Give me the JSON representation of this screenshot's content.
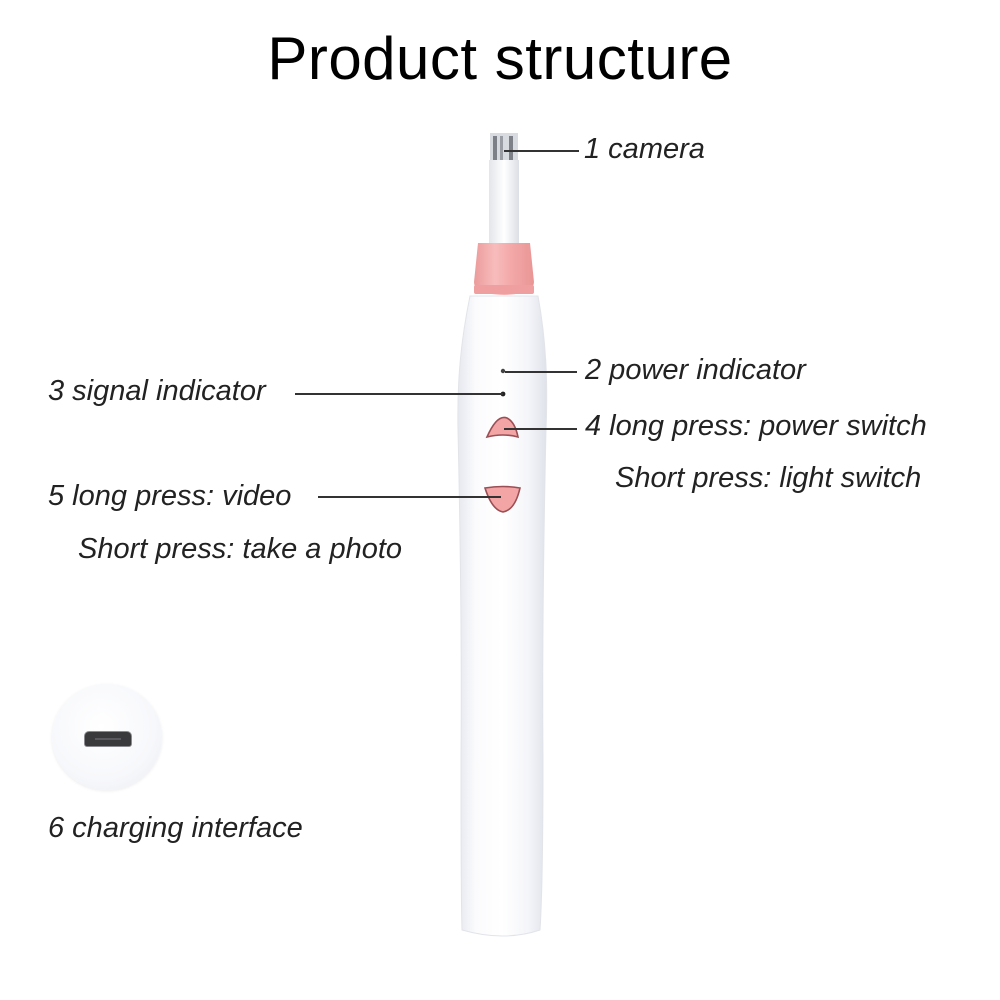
{
  "title": "Product structure",
  "colors": {
    "accent_pink": "#f2a8a8",
    "body_white": "#f7f8fb",
    "text": "#222222",
    "leader_line": "#333333"
  },
  "labels": {
    "camera": "1 camera",
    "power_indicator": "2 power indicator",
    "signal_indicator": "3 signal indicator",
    "power_switch_long": "4 long press: power switch",
    "power_switch_short": "Short press: light switch",
    "video_long": "5 long press: video",
    "video_short": "Short press: take a photo",
    "charging": "6 charging interface"
  },
  "icons": {
    "device": "otoscope-camera-pen",
    "port": "micro-usb-port"
  }
}
